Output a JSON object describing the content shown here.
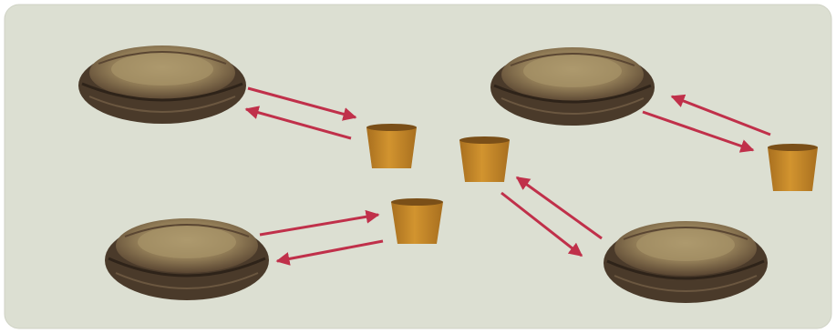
{
  "colors": {
    "panel": "#dcdfd2",
    "arrow": "#c0304a",
    "pot_body": "#c88a2c",
    "pot_rim": "#8a5a1c",
    "nest_dark": "#4a3a2a",
    "nest_straw": "#a89468"
  },
  "icons": {
    "nest": "bird-nest-icon",
    "pot": "plant-pot-icon",
    "arrow": "red-arrow-icon"
  },
  "nests": [
    {
      "id": "top-left"
    },
    {
      "id": "top-right"
    },
    {
      "id": "bottom-left"
    },
    {
      "id": "bottom-right"
    }
  ],
  "pots": [
    {
      "id": "pot-1"
    },
    {
      "id": "pot-2"
    },
    {
      "id": "pot-3"
    },
    {
      "id": "pot-4"
    }
  ],
  "arrow_pairs": 4
}
